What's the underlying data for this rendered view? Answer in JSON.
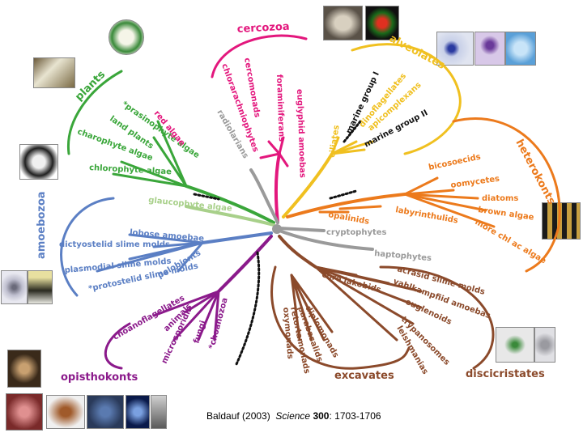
{
  "groups": {
    "cercozoa": "cercozoa",
    "alveolates": "alveolates",
    "heterokonts": "heterokonts",
    "plants": "plants",
    "amoebozoa": "amoebozoa",
    "opisthokonts": "opisthokonts",
    "excavates": "excavates",
    "discicristates": "discicristates"
  },
  "taxa": {
    "cercomonads": "cercomonads",
    "chlorarachniophytes": "chlorarachniophytes",
    "foraminiferans": "foraminiferans",
    "euglyphid_amoebas": "euglyphid amoebas",
    "radiolarians": "radiolarians",
    "ciliates": "ciliates",
    "marine_group_1": "marine group I",
    "dinoflagellates": "dinoflagellates",
    "apicomplexans": "apicomplexans",
    "marine_group_2": "marine group II",
    "bicosoecids": "bicosoecids",
    "oomycetes": "oomycetes",
    "diatoms": "diatoms",
    "brown_algae": "brown algae",
    "more_chl_ac_algae": "more chl ac algae",
    "labyrinthulids": "labyrinthulids",
    "opalinids": "opalinids",
    "cryptophytes": "cryptophytes",
    "haptophytes": "haptophytes",
    "prasinophyte_algae": "*prasinophyte algae",
    "red_algae": "red algae",
    "land_plants": "land plants",
    "charophyte_algae": "charophyte algae",
    "chlorophyte_algae": "chlorophyte algae",
    "glaucophyte_algae": "glaucophyte algae",
    "lobose_amoebae": "lobose amoebae",
    "dictyostelid_slime_molds": "dictyostelid slime molds",
    "plasmodial_slime_molds": "plasmodial slime molds",
    "protostelid_slime_molds": "*protostelid slime molds",
    "pelobionts": "pelobionts",
    "choanoflagellates": "choanoflagellates",
    "animals": "animals",
    "microsporidia": "microsporidia",
    "fungi": "fungi",
    "choanozoa": "*choanozoa",
    "core_jakobids": "core jakobids",
    "diplomonads": "diplomonads",
    "parabasalids": "parabasalids",
    "retortamonads": "retortamonads",
    "oxymonads": "oxymonads",
    "acrasid_slime_molds": "acrasid slime molds",
    "vahlkampfiid_amoebas": "vahlkampfiid amoebas",
    "euglenoids": "euglenoids",
    "trypanosomes": "trypanosomes",
    "leishmanias": "leishmanias"
  },
  "citation": {
    "author": "Baldauf (2003)",
    "journal": "Science",
    "volume": "300",
    "pages": ": 1703-1706"
  },
  "colors": {
    "cercozoa": "#e3177d",
    "alveolates": "#f0c020",
    "heterokonts": "#ec7a1c",
    "plants": "#3aa63a",
    "glaucophyte": "#a8d08a",
    "amoebozoa": "#5b7fc4",
    "opisthokonts": "#8b1a8b",
    "excavates": "#8b4a2b",
    "radiolarians": "#9a9a9a",
    "cryptophytes": "#9a9a9a"
  }
}
